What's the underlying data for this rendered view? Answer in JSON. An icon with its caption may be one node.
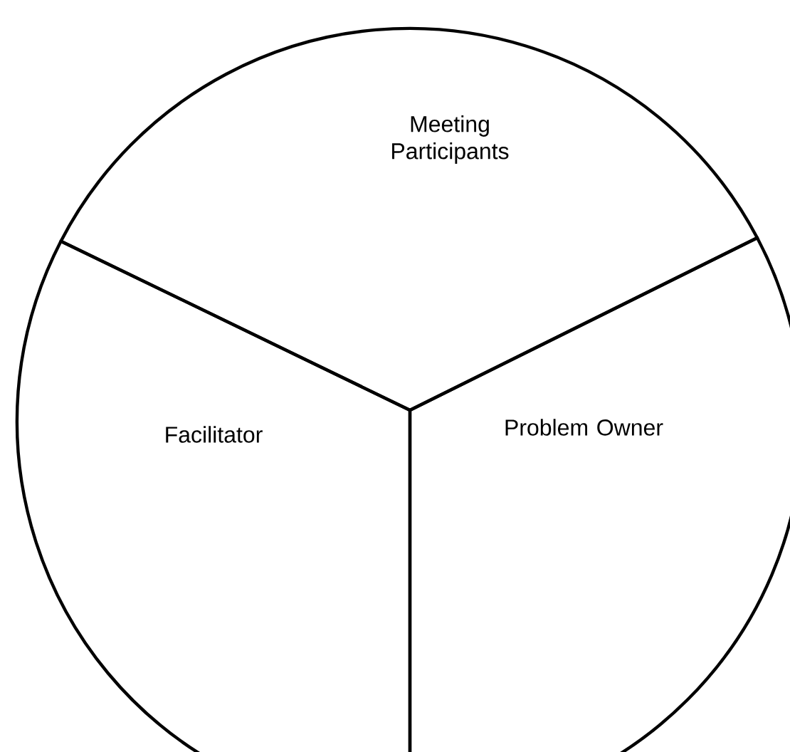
{
  "diagram": {
    "nodes": [
      {
        "text": [
          "Meeting Participants"
        ]
      },
      {
        "text": [
          "Facilitator"
        ]
      },
      {
        "text": [
          "Problem Owner"
        ]
      }
    ]
  }
}
